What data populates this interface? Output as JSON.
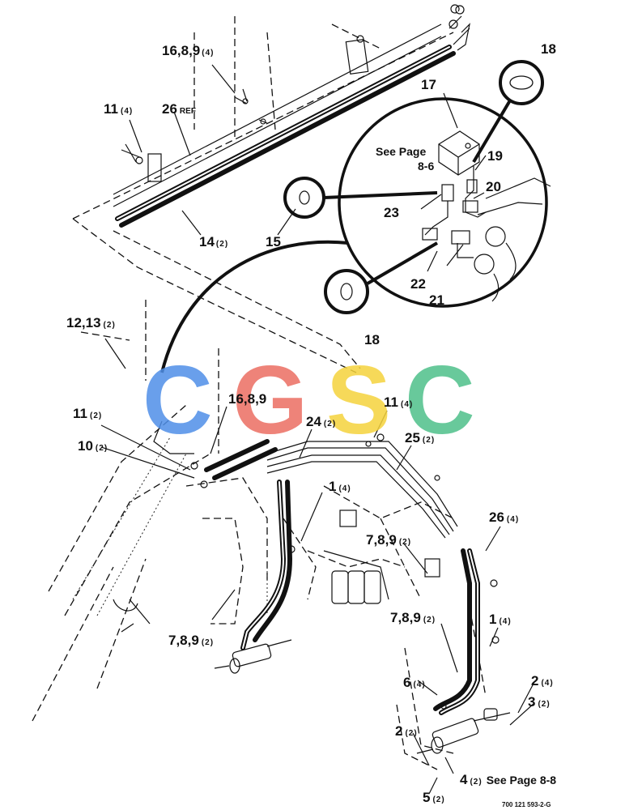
{
  "callouts": {
    "c1": {
      "num": "16,8,9",
      "qty": "(4)"
    },
    "c2": {
      "num": "11",
      "qty": "(4)"
    },
    "c3": {
      "num": "26",
      "qty": "REF"
    },
    "c4": {
      "num": "14",
      "qty": "(2)"
    },
    "c5": {
      "num": "15"
    },
    "c6": {
      "num": "17"
    },
    "c7": {
      "num": "18"
    },
    "c8": {
      "num": "18"
    },
    "c9": {
      "num": "19"
    },
    "c10": {
      "num": "20"
    },
    "c11": {
      "num": "21"
    },
    "c12": {
      "num": "22"
    },
    "c13": {
      "num": "23"
    },
    "c14": {
      "num": "12,13",
      "qty": "(2)"
    },
    "c15": {
      "num": "16,8,9"
    },
    "c16": {
      "num": "11",
      "qty": "(2)"
    },
    "c17": {
      "num": "10",
      "qty": "(2)"
    },
    "c18": {
      "num": "24",
      "qty": "(2)"
    },
    "c19": {
      "num": "11",
      "qty": "(4)"
    },
    "c20": {
      "num": "25",
      "qty": "(2)"
    },
    "c21": {
      "num": "1",
      "qty": "(4)"
    },
    "c22": {
      "num": "26",
      "qty": "(4)"
    },
    "c23": {
      "num": "7,8,9",
      "qty": "(2)"
    },
    "c24": {
      "num": "7,8,9",
      "qty": "(2)"
    },
    "c25": {
      "num": "7,8,9",
      "qty": "(2)"
    },
    "c26": {
      "num": "1",
      "qty": "(4)"
    },
    "c27": {
      "num": "6",
      "qty": "(4)"
    },
    "c28": {
      "num": "2",
      "qty": "(4)"
    },
    "c29": {
      "num": "3",
      "qty": "(2)"
    },
    "c30": {
      "num": "2",
      "qty": "(2)"
    },
    "c31": {
      "num": "4",
      "qty": "(2)",
      "note": "See Page 8-8"
    },
    "c32": {
      "num": "5",
      "qty": "(2)"
    }
  },
  "see_page_17": {
    "line1": "See Page",
    "line2": "8-6"
  },
  "drawing_code": "700 121 593-2-G",
  "watermark": {
    "letters": [
      "C",
      "G",
      "S",
      "C"
    ],
    "colors": [
      "#4f8fe8",
      "#ec6e62",
      "#f5d33d",
      "#4ec08a"
    ]
  },
  "colors": {
    "ink": "#111111",
    "paper": "#ffffff"
  }
}
